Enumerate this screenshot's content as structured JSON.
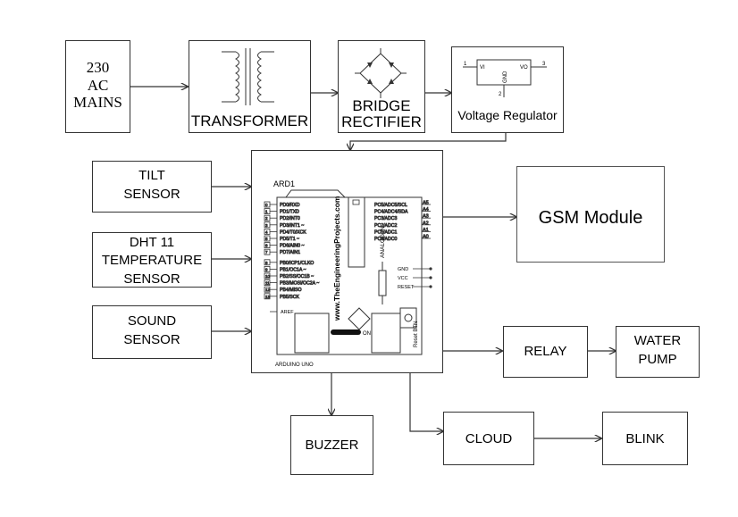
{
  "blocks": {
    "mains": [
      "230",
      "AC",
      "MAINS"
    ],
    "transformer": "TRANSFORMER",
    "rectifier": [
      "BRIDGE",
      "RECTIFIER"
    ],
    "regulator": {
      "label": "Voltage Regulator",
      "pin_in": "1",
      "pin_out": "3",
      "pin_gnd": "2",
      "vi": "VI",
      "vo": "VO",
      "gnd": "GND"
    },
    "tilt": [
      "TILT",
      "SENSOR"
    ],
    "dht": [
      "DHT 11",
      "TEMPERATURE",
      "SENSOR"
    ],
    "sound": [
      "SOUND",
      "SENSOR"
    ],
    "gsm": "GSM Module",
    "relay": "RELAY",
    "pump": [
      "WATER",
      "PUMP"
    ],
    "buzzer": "BUZZER",
    "cloud": "CLOUD",
    "blink": "BLINK"
  },
  "arduino": {
    "ref": "ARD1",
    "board": "ARDUINO UNO",
    "website": "www.TheEngineeringProjects.com",
    "analog_label": "ANALOG IN",
    "reset_btn": "Reset BTN",
    "on": "ON",
    "aref": "AREF",
    "digital_pins": [
      {
        "num": "0",
        "name": "PD0/RXD"
      },
      {
        "num": "1",
        "name": "PD1/TXD"
      },
      {
        "num": "2",
        "name": "PD2/INT0"
      },
      {
        "num": "3",
        "name": "PD3/INT1 ~"
      },
      {
        "num": "4",
        "name": "PD4/T0/XCK"
      },
      {
        "num": "5",
        "name": "PD5/T1 ~"
      },
      {
        "num": "6",
        "name": "PD6/AIN0 ~"
      },
      {
        "num": "7",
        "name": "PD7/AIN1"
      },
      {
        "num": "8",
        "name": "PB0/ICP1/CLKO"
      },
      {
        "num": "9",
        "name": "PB1/OC1A ~"
      },
      {
        "num": "10",
        "name": "PB2/SS/OC1B ~"
      },
      {
        "num": "11",
        "name": "PB3/MOSI/OC2A ~"
      },
      {
        "num": "12",
        "name": "PB4/MISO"
      },
      {
        "num": "13",
        "name": "PB5/SCK"
      }
    ],
    "analog_pins": [
      {
        "name": "PC5/ADC5/SCL",
        "num": "A5"
      },
      {
        "name": "PC4/ADC4/SDA",
        "num": "A4"
      },
      {
        "name": "PC3/ADC3",
        "num": "A3"
      },
      {
        "name": "PC2/ADC2",
        "num": "A2"
      },
      {
        "name": "PC1/ADC1",
        "num": "A1"
      },
      {
        "name": "PC0/ADC0",
        "num": "A0"
      }
    ],
    "power_pins": [
      "GND",
      "VCC",
      "RESET"
    ]
  }
}
